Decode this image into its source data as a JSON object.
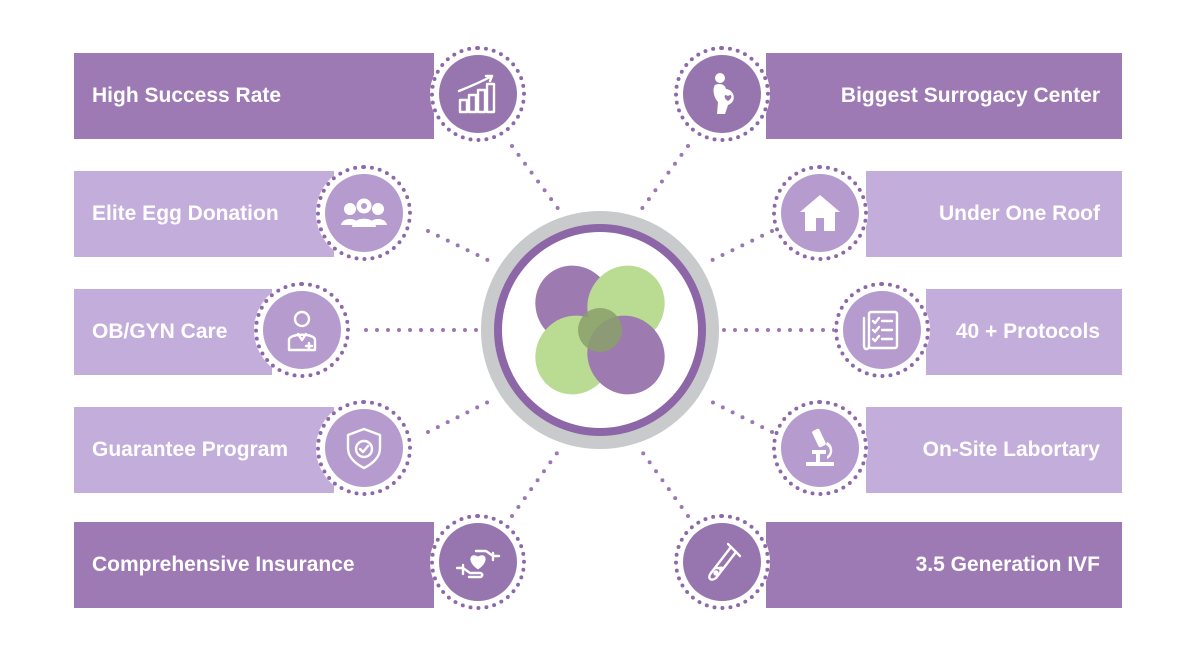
{
  "colors": {
    "bar_dark": "#9d7ab4",
    "bar_light": "#c3addb",
    "badge_dot": "#8e69aa",
    "hub_ring": "#8d66a8",
    "hub_outer": "#c9cacc",
    "petal_purple": "#9670aa",
    "petal_green": "#b5d98a"
  },
  "features_left": [
    {
      "label": "High Success Rate",
      "icon": "bar-chart-icon"
    },
    {
      "label": "Elite Egg Donation",
      "icon": "women-group-icon"
    },
    {
      "label": "OB/GYN Care",
      "icon": "doctor-icon"
    },
    {
      "label": "Guarantee Program",
      "icon": "shield-check-icon"
    },
    {
      "label": "Comprehensive Insurance",
      "icon": "heart-hands-icon"
    }
  ],
  "features_right": [
    {
      "label": "Biggest Surrogacy Center",
      "icon": "pregnant-woman-icon"
    },
    {
      "label": "Under One Roof",
      "icon": "house-icon"
    },
    {
      "label": "40 + Protocols",
      "icon": "checklist-icon"
    },
    {
      "label": "On-Site Labortary",
      "icon": "microscope-icon"
    },
    {
      "label": "3.5 Generation IVF",
      "icon": "test-tube-icon"
    }
  ],
  "hub": {
    "icon": "clover-logo"
  }
}
